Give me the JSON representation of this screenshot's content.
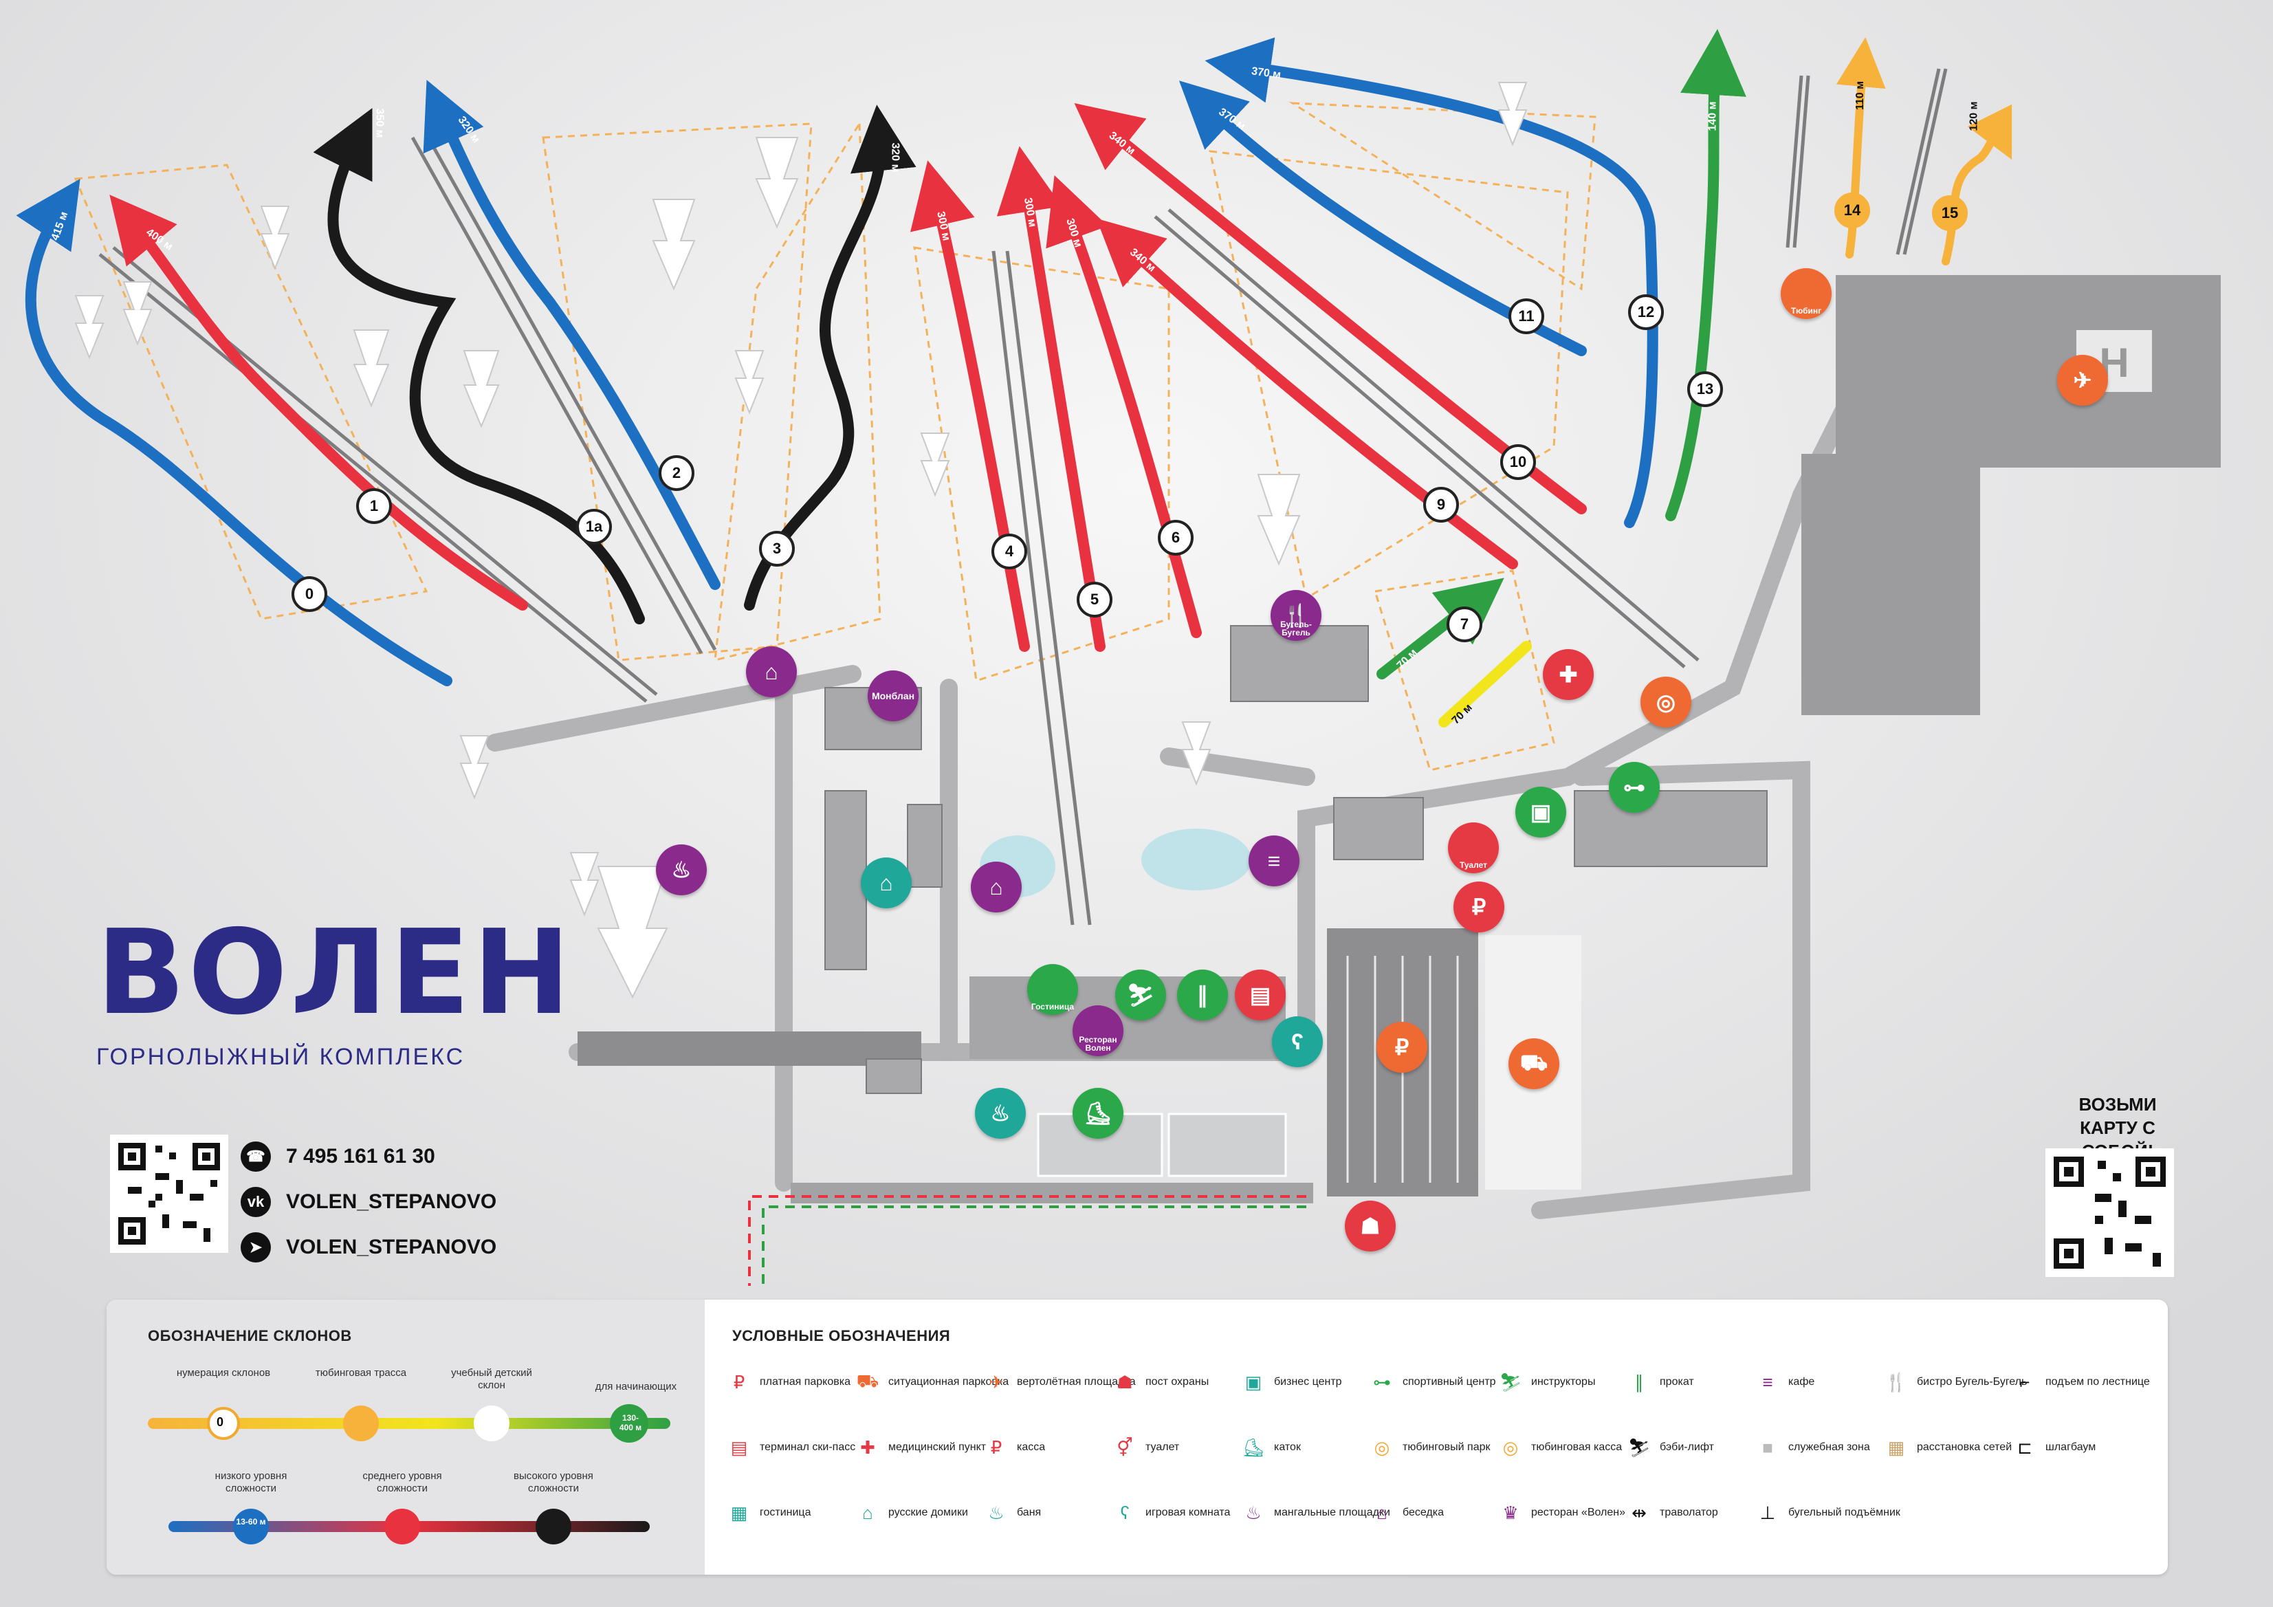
{
  "brand": {
    "name": "ВОЛЕН",
    "subtitle": "ГОРНОЛЫЖНЫЙ КОМПЛЕКС"
  },
  "contacts": {
    "phone": "7 495 161 61 30",
    "vk": "VOLEN_STEPANOVO",
    "telegram": "VOLEN_STEPANOVO"
  },
  "take_map": "ВОЗЬМИ КАРТУ С СОБОЙ!",
  "slopes": [
    {
      "id": "0",
      "length": "415 м",
      "level": "blue"
    },
    {
      "id": "1",
      "length": "400 м",
      "level": "red"
    },
    {
      "id": "1а",
      "length": "350 м",
      "level": "black"
    },
    {
      "id": "2",
      "length": "320 м",
      "level": "blue"
    },
    {
      "id": "3",
      "length": "320 м",
      "level": "black"
    },
    {
      "id": "4",
      "length": "300 м",
      "level": "red"
    },
    {
      "id": "5",
      "length": "300 м",
      "level": "red"
    },
    {
      "id": "6",
      "length": "300 м",
      "level": "red"
    },
    {
      "id": "7",
      "length": "70 м",
      "level": "green"
    },
    {
      "id": "9",
      "length": "340 м",
      "level": "red"
    },
    {
      "id": "10",
      "length": "340 м",
      "level": "red"
    },
    {
      "id": "11",
      "length": "370 м",
      "level": "blue"
    },
    {
      "id": "12",
      "length": "370 м",
      "level": "blue"
    },
    {
      "id": "13",
      "length": "140 м",
      "level": "green"
    },
    {
      "id": "14",
      "length": "110 м",
      "level": "tubing"
    },
    {
      "id": "15",
      "length": "120 м",
      "level": "tubing"
    }
  ],
  "extra_length_labels": {
    "yellow": "70 м"
  },
  "map_labels": {
    "monblan": "Монблан",
    "bugel": "Бугель-Бугель",
    "hotel": "Гостиница",
    "restaurant": "Ресторан Волен",
    "toilet": "Туалет",
    "tubing": "Тюбинг"
  },
  "legend": {
    "slopes_title": "ОБОЗНАЧЕНИЕ СКЛОНОВ",
    "symbols_title": "УСЛОВНЫЕ   ОБОЗНАЧЕНИЯ",
    "slope_top": [
      {
        "label": "нумерация склонов",
        "sample": "0"
      },
      {
        "label": "тюбинговая трасса",
        "sample": ""
      },
      {
        "label": "учебный детский склон",
        "sample": ""
      },
      {
        "label": "для начинающих",
        "sample": "130-400 м"
      }
    ],
    "slope_bottom": [
      {
        "label": "низкого уровня сложности",
        "sample": "13-60 м"
      },
      {
        "label": "среднего уровня сложности",
        "sample": ""
      },
      {
        "label": "высокого уровня сложности",
        "sample": ""
      }
    ],
    "items": [
      {
        "label": "платная парковка",
        "icon": "paid-parking-icon",
        "color": "#e53a44"
      },
      {
        "label": "ситуационная парковка",
        "icon": "car-icon",
        "color": "#ef6a33"
      },
      {
        "label": "вертолётная площадка",
        "icon": "helicopter-icon",
        "color": "#ef6a33"
      },
      {
        "label": "пост охраны",
        "icon": "guard-icon",
        "color": "#e53a44"
      },
      {
        "label": "бизнес центр",
        "icon": "briefcase-icon",
        "color": "#1fa89a"
      },
      {
        "label": "спортивный центр",
        "icon": "dumbbell-icon",
        "color": "#2aa84a"
      },
      {
        "label": "инструкторы",
        "icon": "instructor-icon",
        "color": "#2aa84a"
      },
      {
        "label": "прокат",
        "icon": "rental-icon",
        "color": "#2aa84a"
      },
      {
        "label": "кафе",
        "icon": "burger-icon",
        "color": "#8a2a8c"
      },
      {
        "label": "бистро Бугель-Бугель",
        "icon": "bistro-icon",
        "color": "#8a2a8c"
      },
      {
        "label": "подъем по лестнице",
        "icon": "stairs-icon",
        "color": "#111111"
      },
      {
        "label": "терминал ски-пасс",
        "icon": "skipass-icon",
        "color": "#e53a44"
      },
      {
        "label": "медицинский пункт",
        "icon": "medical-icon",
        "color": "#e53a44"
      },
      {
        "label": "касса",
        "icon": "cashier-icon",
        "color": "#e53a44"
      },
      {
        "label": "туалет",
        "icon": "toilet-icon",
        "color": "#e53a44"
      },
      {
        "label": "каток",
        "icon": "skate-icon",
        "color": "#1fa89a"
      },
      {
        "label": "тюбинговый парк",
        "icon": "tubing-park-icon",
        "color": "#f2a92f"
      },
      {
        "label": "тюбинговая касса",
        "icon": "tubing-cash-icon",
        "color": "#f2a92f"
      },
      {
        "label": "бэби-лифт",
        "icon": "baby-lift-icon",
        "color": "#111111"
      },
      {
        "label": "служебная зона",
        "icon": "service-zone-icon",
        "color": "#bbbbbb"
      },
      {
        "label": "расстановка сетей",
        "icon": "nets-icon",
        "color": "#c9a46a"
      },
      {
        "label": "шлагбаум",
        "icon": "barrier-icon",
        "color": "#111111"
      },
      {
        "label": "гостиница",
        "icon": "hotel-icon",
        "color": "#1fa89a"
      },
      {
        "label": "русские домики",
        "icon": "house-icon",
        "color": "#1fa89a"
      },
      {
        "label": "баня",
        "icon": "bath-icon",
        "color": "#1fa89a"
      },
      {
        "label": "игровая комната",
        "icon": "teddy-icon",
        "color": "#1fa89a"
      },
      {
        "label": "мангальные площадки",
        "icon": "grill-icon",
        "color": "#8a2a8c"
      },
      {
        "label": "беседка",
        "icon": "gazebo-icon",
        "color": "#8a2a8c"
      },
      {
        "label": "ресторан «Волен»",
        "icon": "chef-icon",
        "color": "#8a2a8c"
      },
      {
        "label": "траволатор",
        "icon": "travelator-icon",
        "color": "#111111"
      },
      {
        "label": "бугельный подъёмник",
        "icon": "drag-lift-icon",
        "color": "#111111"
      }
    ]
  },
  "colors": {
    "blue": "#1d6fc2",
    "red": "#e8323f",
    "black": "#1a1a1a",
    "green": "#2ea043",
    "yellow": "#f2e51c",
    "orange": "#f7b23b",
    "purple": "#8a2a8c",
    "teal": "#1fa89a",
    "brand": "#2c2b86"
  }
}
